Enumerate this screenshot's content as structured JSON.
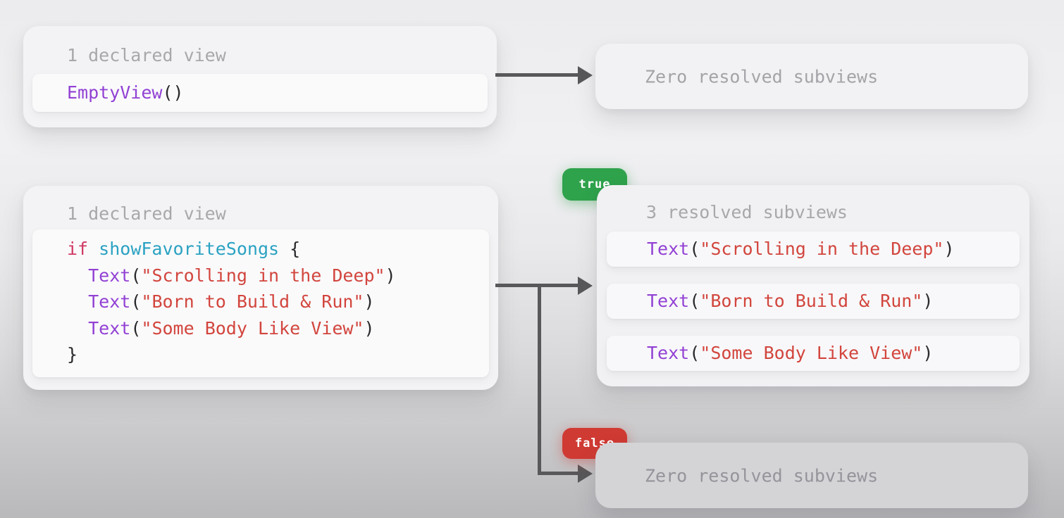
{
  "colors": {
    "badge_true": "#2fa24c",
    "badge_false": "#cf3a33",
    "arrow": "#58585a",
    "syntax_keyword": "#d03a62",
    "syntax_type": "#2ba2c2",
    "syntax_call": "#9241d4",
    "syntax_string": "#d2453d",
    "syntax_plain": "#29292b",
    "muted_label": "#a8a8ab"
  },
  "badges": {
    "true_label": "true",
    "false_label": "false"
  },
  "cards": {
    "declared_empty": {
      "title": "1 declared view"
    },
    "resolved_zero_top": {
      "label": "Zero resolved subviews"
    },
    "declared_conditional": {
      "title": "1 declared view"
    },
    "resolved_three": {
      "title": "3 resolved subviews"
    },
    "resolved_zero_bottom": {
      "label": "Zero resolved subviews"
    }
  },
  "code_tokens": {
    "empty_view": [
      {
        "t": "EmptyView",
        "c": "call"
      },
      {
        "t": "()",
        "c": "plain"
      }
    ],
    "conditional": [
      [
        {
          "t": "if",
          "c": "keyword"
        },
        {
          "t": " ",
          "c": "plain"
        },
        {
          "t": "showFavoriteSongs",
          "c": "type"
        },
        {
          "t": " {",
          "c": "plain"
        }
      ],
      [
        {
          "t": "  ",
          "c": "plain"
        },
        {
          "t": "Text",
          "c": "call"
        },
        {
          "t": "(",
          "c": "plain"
        },
        {
          "t": "\"Scrolling in the Deep\"",
          "c": "string"
        },
        {
          "t": ")",
          "c": "plain"
        }
      ],
      [
        {
          "t": "  ",
          "c": "plain"
        },
        {
          "t": "Text",
          "c": "call"
        },
        {
          "t": "(",
          "c": "plain"
        },
        {
          "t": "\"Born to Build & Run\"",
          "c": "string"
        },
        {
          "t": ")",
          "c": "plain"
        }
      ],
      [
        {
          "t": "  ",
          "c": "plain"
        },
        {
          "t": "Text",
          "c": "call"
        },
        {
          "t": "(",
          "c": "plain"
        },
        {
          "t": "\"Some Body Like View\"",
          "c": "string"
        },
        {
          "t": ")",
          "c": "plain"
        }
      ],
      [
        {
          "t": "}",
          "c": "plain"
        }
      ]
    ],
    "resolved_rows": [
      [
        {
          "t": "Text",
          "c": "call"
        },
        {
          "t": "(",
          "c": "plain"
        },
        {
          "t": "\"Scrolling in the Deep\"",
          "c": "string"
        },
        {
          "t": ")",
          "c": "plain"
        }
      ],
      [
        {
          "t": "Text",
          "c": "call"
        },
        {
          "t": "(",
          "c": "plain"
        },
        {
          "t": "\"Born to Build & Run\"",
          "c": "string"
        },
        {
          "t": ")",
          "c": "plain"
        }
      ],
      [
        {
          "t": "Text",
          "c": "call"
        },
        {
          "t": "(",
          "c": "plain"
        },
        {
          "t": "\"Some Body Like View\"",
          "c": "string"
        },
        {
          "t": ")",
          "c": "plain"
        }
      ]
    ]
  }
}
